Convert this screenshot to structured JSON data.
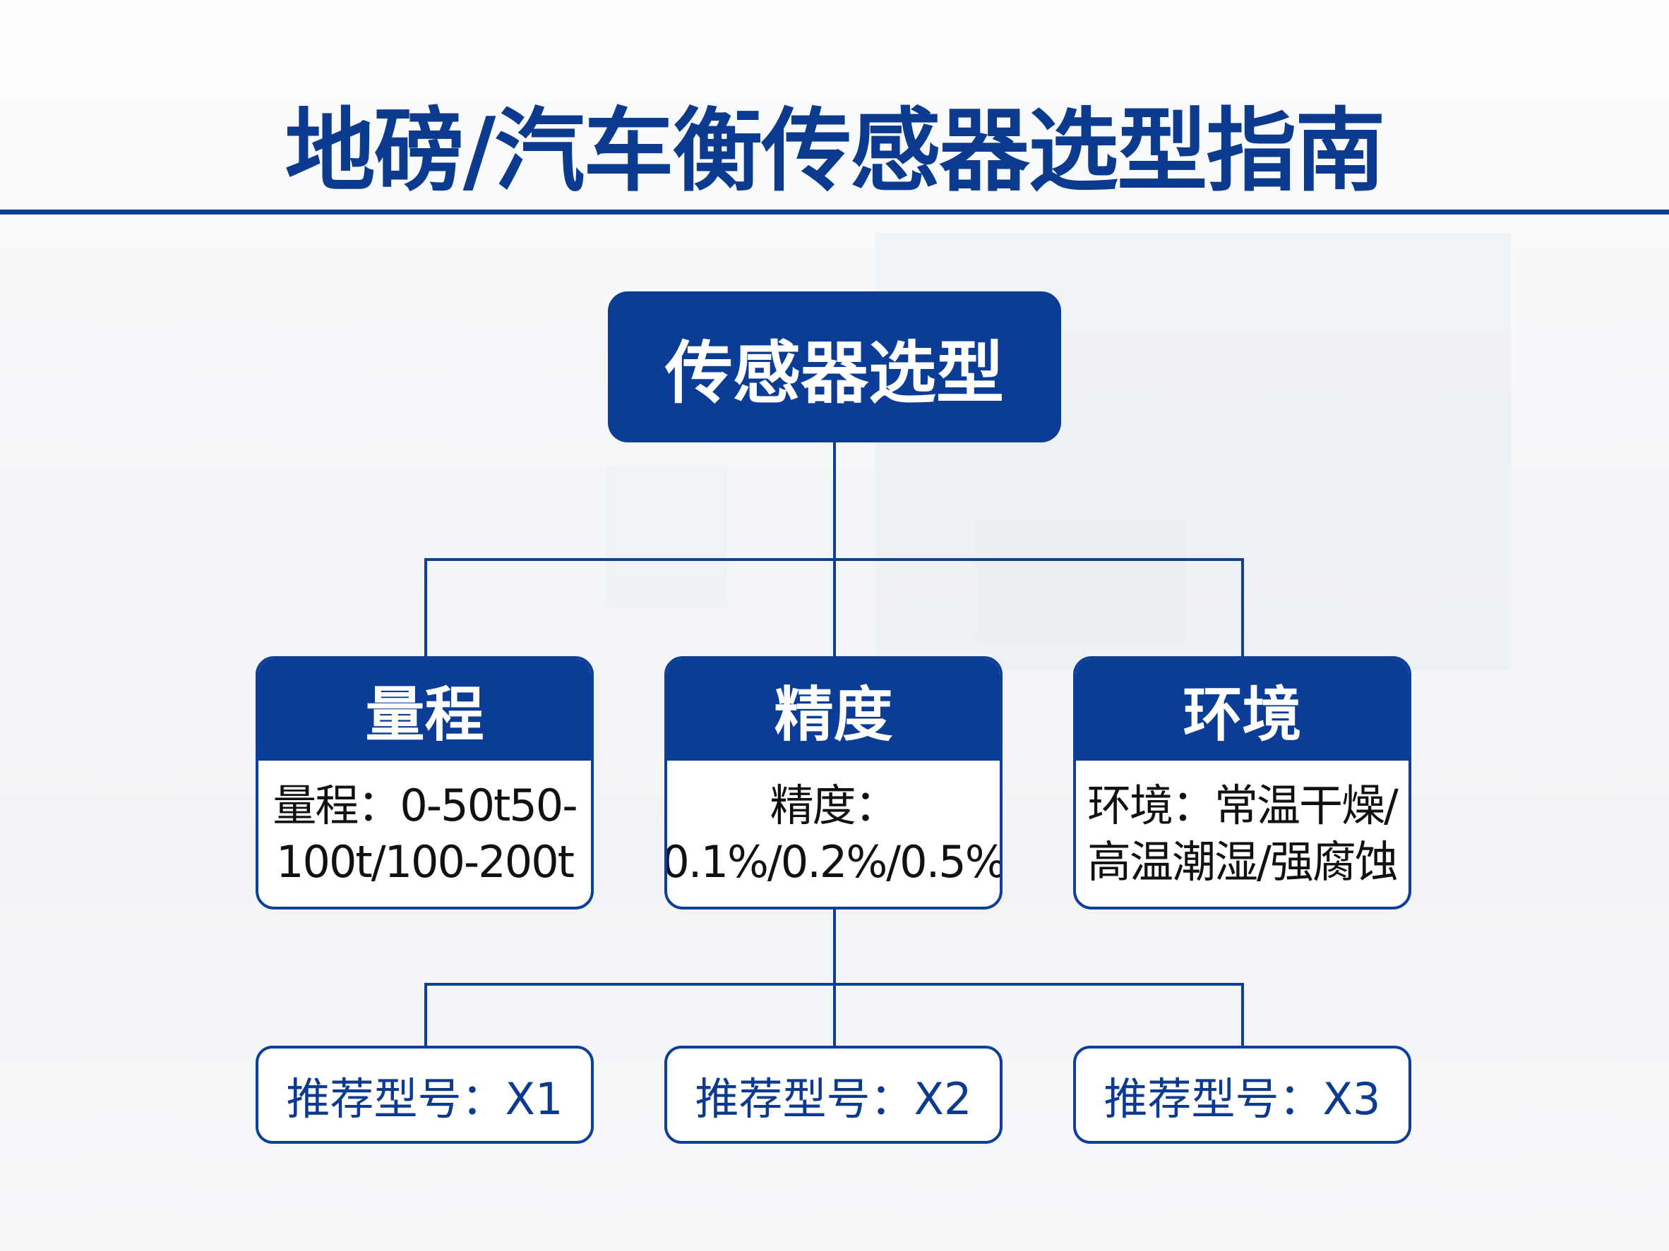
{
  "title": "地磅/汽车衡传感器选型指南",
  "root": "传感器选型",
  "branches": [
    {
      "header": "量程",
      "body": "量程：0-50t50-100t/100-200t"
    },
    {
      "header": "精度",
      "body": "精度：0.1%/0.2%/0.5%"
    },
    {
      "header": "环境",
      "body": "环境：常温干燥/高温潮湿/强腐蚀"
    }
  ],
  "recommendations": [
    "推荐型号：X1",
    "推荐型号：X2",
    "推荐型号：X3"
  ],
  "colors": {
    "primary": "#0b3d96",
    "background": "#f3f5f8"
  }
}
